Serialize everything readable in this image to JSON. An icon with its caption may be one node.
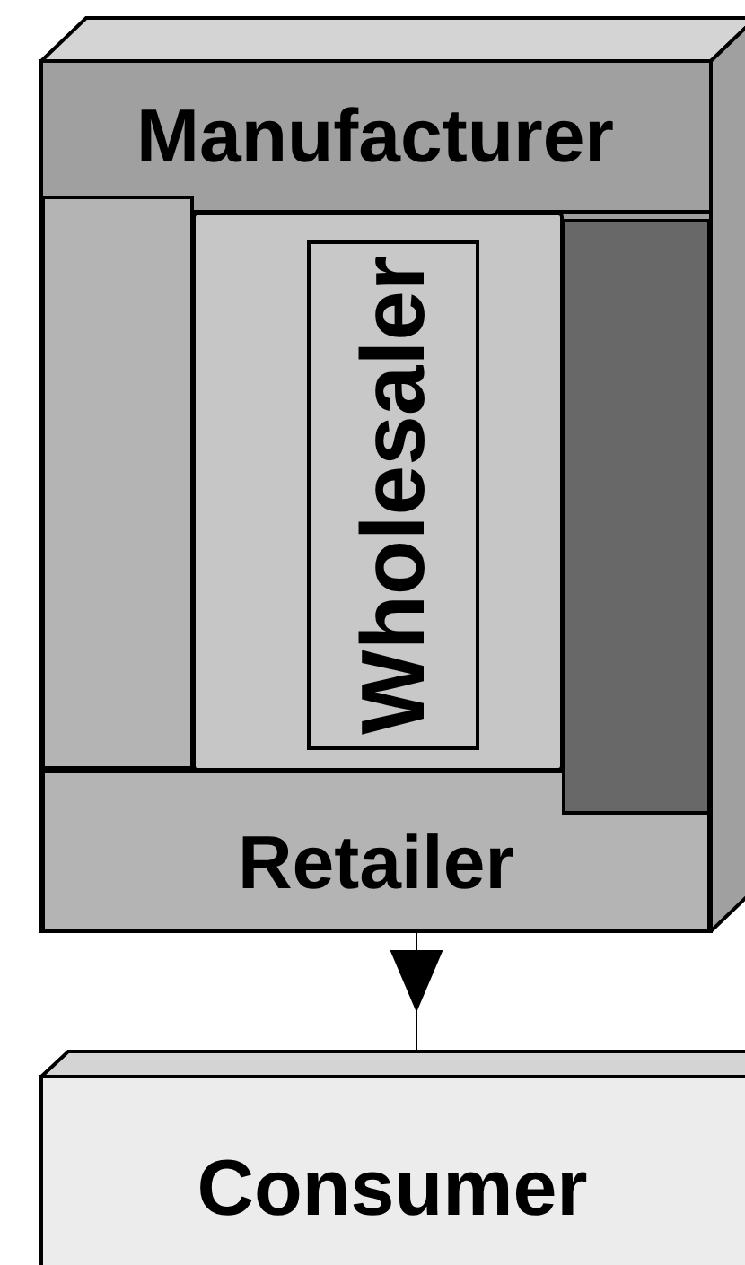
{
  "diagram": {
    "nodes": [
      {
        "text": [
          "Manufacturer"
        ]
      },
      {
        "text": [],
        "shape": "bar",
        "in": 0
      },
      {
        "text": [],
        "shape": "box",
        "in": 0
      },
      {
        "text": [
          "Wholesaler"
        ],
        "in": 2
      },
      {
        "text": [],
        "shape": "bar",
        "in": 0
      },
      {
        "text": [
          "Retailer"
        ],
        "in": 0
      },
      {
        "text": [
          "Consumer"
        ]
      }
    ],
    "edges": [
      {
        "from": 5,
        "to": 6,
        "arrow": "to"
      }
    ]
  }
}
